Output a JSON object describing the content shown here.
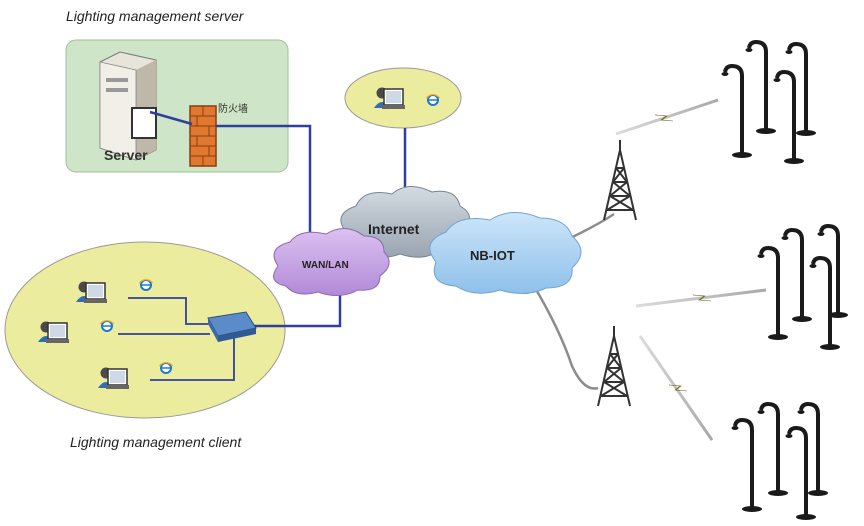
{
  "captions": {
    "server": "Lighting management server",
    "client": "Lighting management client"
  },
  "labels": {
    "server": "Server",
    "firewall": "防火墙",
    "internet": "Internet",
    "wan": "WAN/LAN",
    "nbiot": "NB-IOT"
  },
  "colors": {
    "server_zone": "#cfe5c7",
    "yellow_zone": "#ecec9e",
    "link": "#2f3f9e",
    "internet_cloud": "#b8c2cc",
    "wan_cloud": "#c9a6e3",
    "nbiot_cloud": "#a9cff0",
    "firewall": "#e0782f",
    "tower": "#333333",
    "pole": "#1a1a1a",
    "lightning": "#e8d21c"
  },
  "icons": [
    "server-icon",
    "firewall-icon",
    "user-pc-icon",
    "browser-icon",
    "switch-icon",
    "cell-tower-icon",
    "street-light-icon",
    "wireless-link-icon"
  ]
}
